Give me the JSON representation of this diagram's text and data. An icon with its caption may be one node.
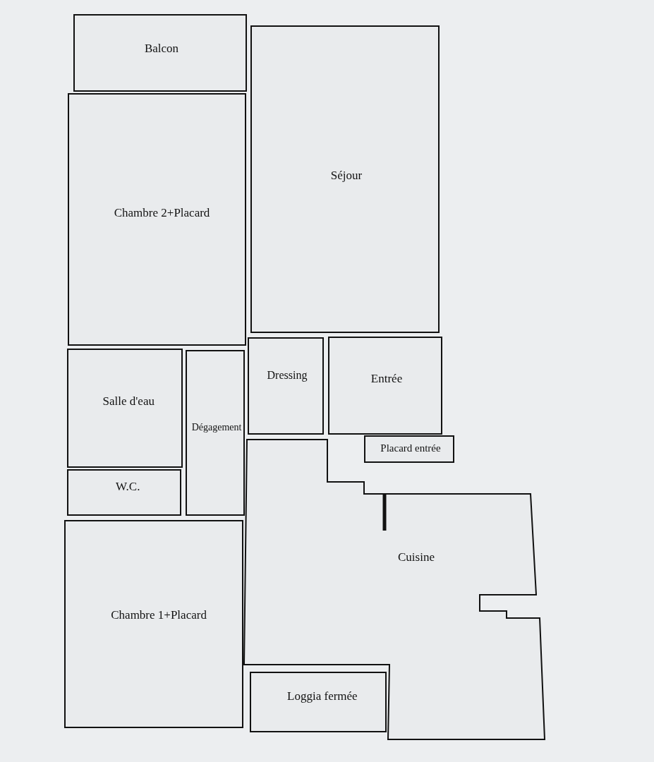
{
  "diagram": {
    "nodes": [
      {
        "text": [
          "Balcon"
        ]
      },
      {
        "text": [
          "Séjour"
        ]
      },
      {
        "text": [
          "Chambre 2+Placard"
        ]
      },
      {
        "text": [
          "Salle d'eau"
        ]
      },
      {
        "text": [
          "Dégagement"
        ]
      },
      {
        "text": [
          "Dressing"
        ]
      },
      {
        "text": [
          "Entrée"
        ]
      },
      {
        "text": [
          "Placard entrée"
        ]
      },
      {
        "text": [
          "W.C."
        ]
      },
      {
        "text": [
          "Cuisine"
        ]
      },
      {
        "text": [
          "Chambre 1+Placard"
        ]
      },
      {
        "text": [
          "Loggia fermée"
        ]
      }
    ]
  }
}
